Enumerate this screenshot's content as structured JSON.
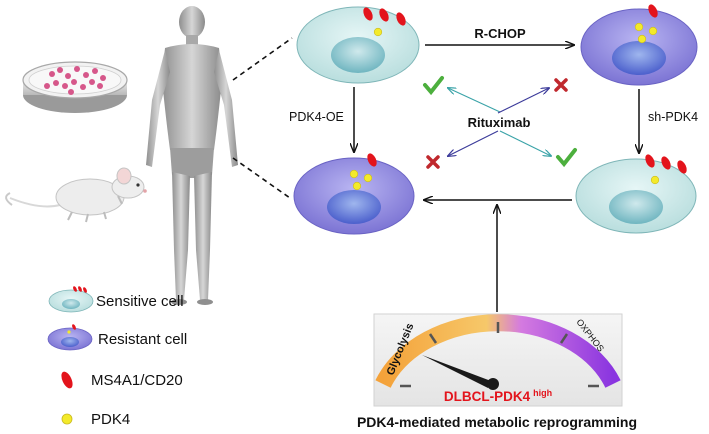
{
  "diagram": {
    "arrows": {
      "top": "R-CHOP",
      "left": "PDK4-OE",
      "right": "sh-PDK4",
      "center": "Rituximab"
    },
    "gauge": {
      "left_label": "Glycolysis",
      "right_label": "OXPHOS",
      "name": "DLBCL-PDK4",
      "superscript": "high"
    },
    "caption": "PDK4-mediated metabolic reprogramming",
    "legend": [
      {
        "label": "Sensitive cell"
      },
      {
        "label": "Resistant cell"
      },
      {
        "label": "MS4A1/CD20"
      },
      {
        "label": "PDK4"
      }
    ],
    "colors": {
      "sensitive_cell": "#cbeaea",
      "resistant_cell": "#8c86de",
      "cd20": "#e3141c",
      "pdk4": "#f3ea2a",
      "check": "#4caf3d",
      "cross": "#c0282d",
      "label_red": "#e3141c"
    }
  }
}
